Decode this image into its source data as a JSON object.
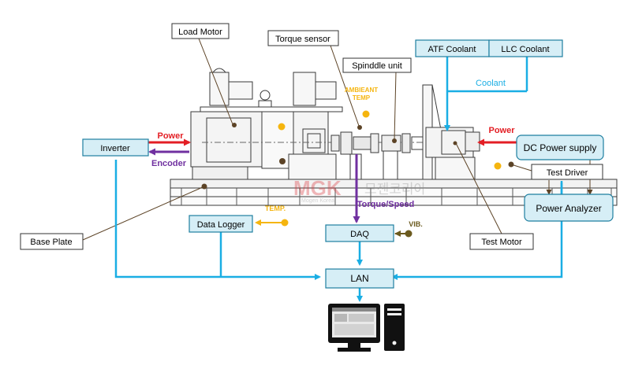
{
  "labels": {
    "load_motor": "Load Motor",
    "torque_sensor": "Torque sensor",
    "spindle_unit": "Spinddle unit",
    "atf_coolant": "ATF Coolant",
    "llc_coolant": "LLC Coolant",
    "coolant": "Coolant",
    "ambient_temp_line1": "AMBIEANT",
    "ambient_temp_line2": "TEMP",
    "power_left": "Power",
    "power_right": "Power",
    "encoder": "Encoder",
    "inverter": "Inverter",
    "dc_power_supply": "DC Power supply",
    "test_driver": "Test Driver",
    "power_analyzer": "Power Analyzer",
    "torque_speed": "Torque/Speed",
    "temp": "TEMP.",
    "data_logger": "Data Logger",
    "vib": "VIB.",
    "daq": "DAQ",
    "base_plate": "Base Plate",
    "test_motor": "Test Motor",
    "lan": "LAN",
    "watermark_logo": "MGK",
    "watermark_text": "모젠코리아",
    "watermark_sub": "Mogen Korea"
  },
  "colors": {
    "box_fill": "#d6eef6",
    "box_stroke": "#1e7fa0",
    "network_line": "#1aaee4",
    "power_arrow": "#e31e24",
    "encoder_arrow": "#7030a0",
    "temp_color": "#f5b50f",
    "vib_color": "#6b5a1e",
    "leader_line": "#5c4326"
  },
  "icons": {
    "pc": "desktop-computer-icon"
  }
}
